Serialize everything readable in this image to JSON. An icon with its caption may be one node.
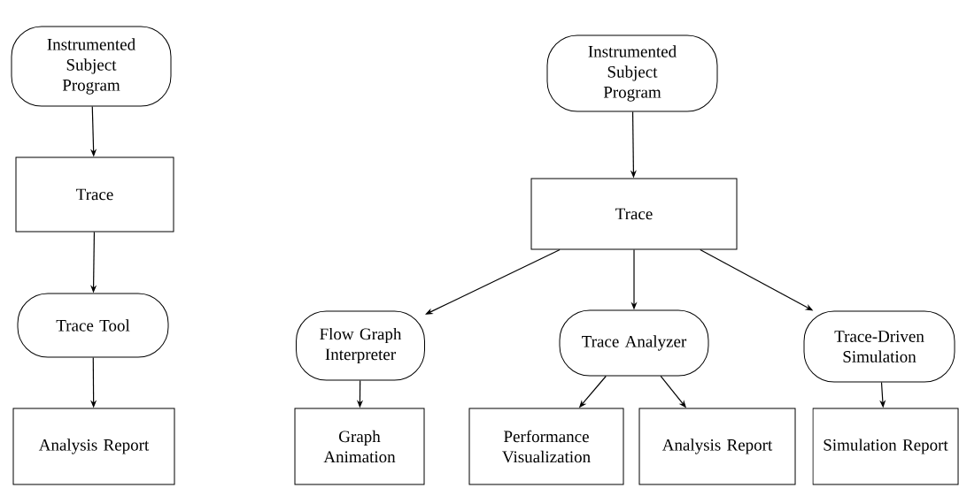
{
  "diagram": {
    "nodes": [
      {
        "text": [
          "Instrumented Subject Program"
        ]
      },
      {
        "text": [
          "Trace"
        ]
      },
      {
        "text": [
          "Trace Tool"
        ]
      },
      {
        "text": [
          "Analysis Report"
        ]
      },
      {
        "text": [
          "Instrumented Subject Program"
        ]
      },
      {
        "text": [
          "Trace"
        ]
      },
      {
        "text": [
          "Flow Graph Interpreter"
        ]
      },
      {
        "text": [
          "Trace Analyzer"
        ]
      },
      {
        "text": [
          "Trace-Driven Simulation"
        ]
      },
      {
        "text": [
          "Graph Animation"
        ]
      },
      {
        "text": [
          "Performance Visualization"
        ]
      },
      {
        "text": [
          "Analysis Report"
        ]
      },
      {
        "text": [
          "Simulation Report"
        ]
      }
    ],
    "edges": [
      {
        "from": 0,
        "to": 1,
        "arrow": "to"
      },
      {
        "from": 1,
        "to": 2,
        "arrow": "to"
      },
      {
        "from": 2,
        "to": 3,
        "arrow": "to"
      },
      {
        "from": 4,
        "to": 5,
        "arrow": "to"
      },
      {
        "from": 5,
        "to": 6,
        "arrow": "to"
      },
      {
        "from": 5,
        "to": 7,
        "arrow": "to"
      },
      {
        "from": 5,
        "to": 8,
        "arrow": "to"
      },
      {
        "from": 6,
        "to": 9,
        "arrow": "to"
      },
      {
        "from": 7,
        "to": 10,
        "arrow": "to"
      },
      {
        "from": 7,
        "to": 11,
        "arrow": "to"
      },
      {
        "from": 8,
        "to": 12,
        "arrow": "to"
      }
    ]
  }
}
